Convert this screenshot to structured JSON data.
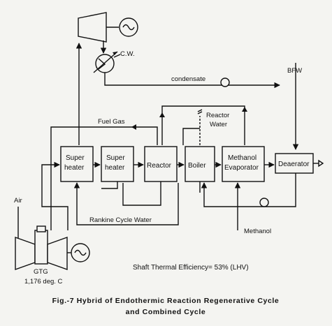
{
  "blocks": {
    "superheater1": [
      "Super",
      "heater"
    ],
    "superheater2": [
      "Super",
      "heater"
    ],
    "reactor": "Reactor",
    "boiler": "Boiler",
    "methanol_evaporator": [
      "Methanol",
      "Evaporator"
    ],
    "deaerator": "Deaerator"
  },
  "labels": {
    "cw": "C.W.",
    "condensate": "condensate",
    "bfw": "BFW",
    "fuel_gas": "Fuel Gas",
    "reactor_water": [
      "Reactor",
      "Water"
    ],
    "air": "Air",
    "gtg": "GTG",
    "gtg_temp": "1,176 deg. C",
    "rankine_cycle_water": "Rankine Cycle Water",
    "methanol": "Methanol"
  },
  "efficiency": "Shaft Thermal Efficiency= 53% (LHV)",
  "caption": {
    "line1": "Fig.-7 Hybrid of Endothermic Reaction Regenerative Cycle",
    "line2": "and Combined Cycle"
  },
  "icons": [
    "generator-icon",
    "steam-turbine-icon",
    "condenser-icon",
    "pump-icon",
    "gas-turbine-icon"
  ]
}
